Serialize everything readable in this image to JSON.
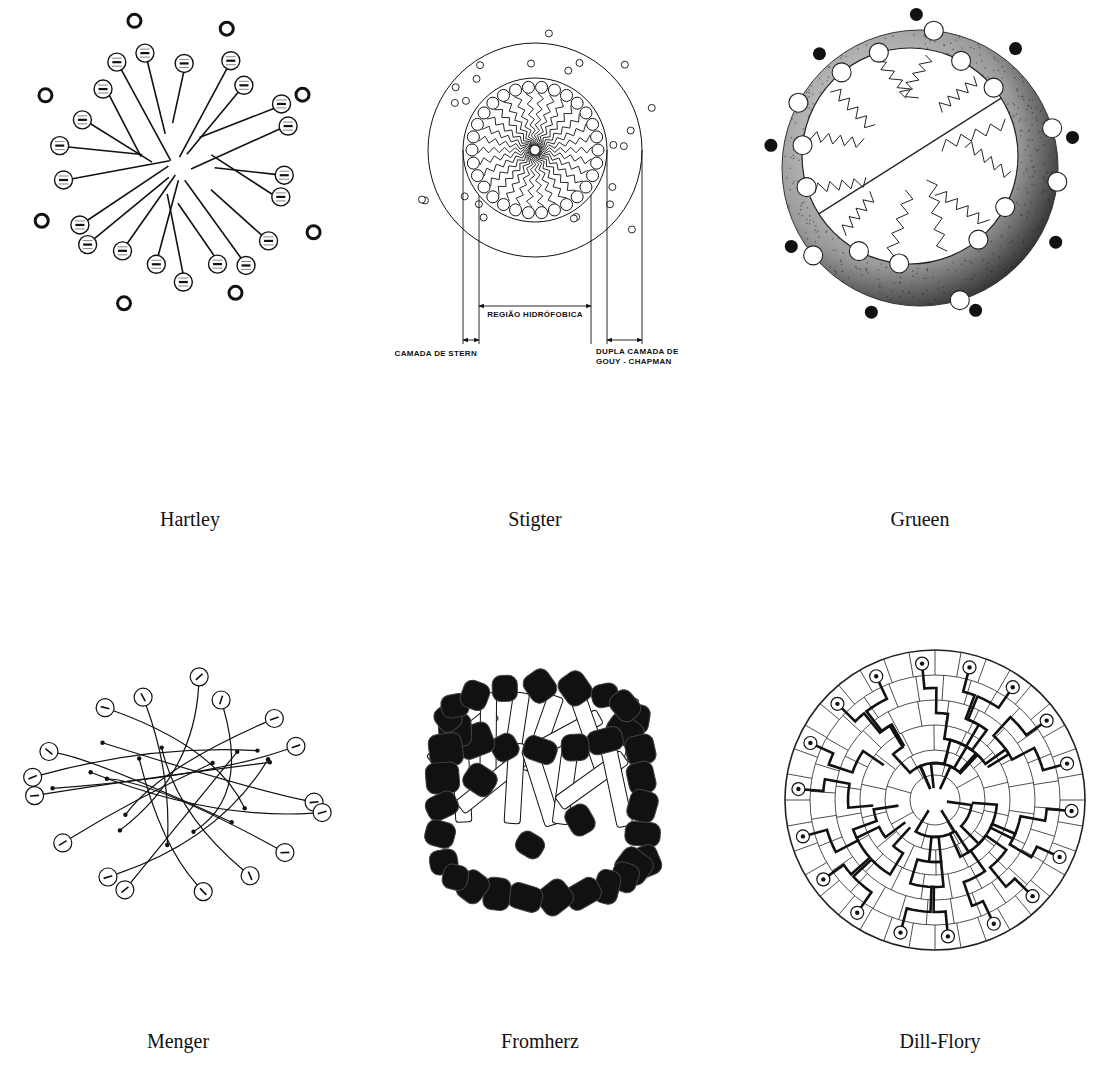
{
  "diagram": {
    "labels": [
      "REGIÃO HIDRÓFOBICA",
      "CAMADA DE STERN",
      "DUPLA CAMADA DE GOUY - CHAPMAN",
      "Hartley",
      "Stigter",
      "Grueen",
      "Menger",
      "Fromherz",
      "Dill-Flory"
    ]
  }
}
